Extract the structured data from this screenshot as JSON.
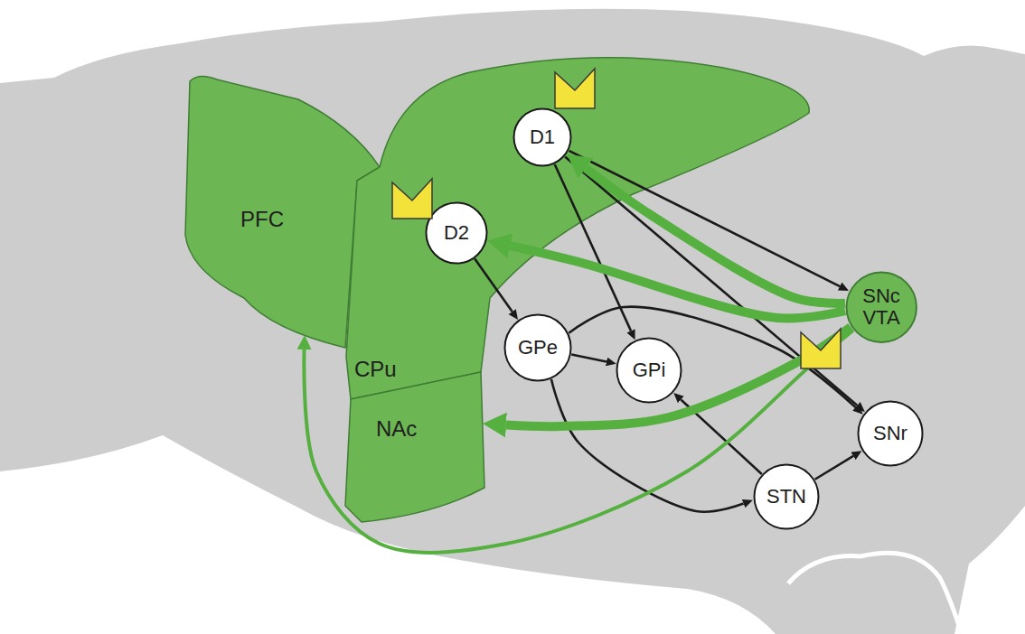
{
  "diagram": {
    "nodes": [
      {
        "text": [
          "PFC"
        ]
      },
      {
        "text": [
          "CPu"
        ]
      },
      {
        "text": [
          "D1"
        ],
        "in": 1
      },
      {
        "text": [
          "D2"
        ],
        "in": 1
      },
      {
        "text": [
          "NAc"
        ]
      },
      {
        "text": [
          "GPe"
        ]
      },
      {
        "text": [
          "GPi"
        ]
      },
      {
        "text": [
          "SNc VTA"
        ]
      },
      {
        "text": [
          "SNr"
        ]
      },
      {
        "text": [
          "STN"
        ]
      }
    ],
    "edges": [
      {
        "from": 2,
        "to": 7,
        "arrow": "to"
      },
      {
        "from": 2,
        "to": 8,
        "arrow": "to"
      },
      {
        "from": 2,
        "to": 6,
        "arrow": "to"
      },
      {
        "from": 3,
        "to": 5,
        "arrow": "to"
      },
      {
        "from": 5,
        "to": 6,
        "arrow": "to"
      },
      {
        "from": 5,
        "to": 9,
        "arrow": "to"
      },
      {
        "from": 5,
        "to": 8,
        "arrow": "to"
      },
      {
        "from": 9,
        "to": 6,
        "arrow": "to"
      },
      {
        "from": 9,
        "to": 8,
        "arrow": "to"
      },
      {
        "from": 7,
        "to": 2,
        "arrow": "to"
      },
      {
        "from": 7,
        "to": 3,
        "arrow": "to"
      },
      {
        "from": 7,
        "to": 4,
        "arrow": "to"
      },
      {
        "from": 7,
        "to": 0,
        "arrow": "to"
      }
    ]
  }
}
